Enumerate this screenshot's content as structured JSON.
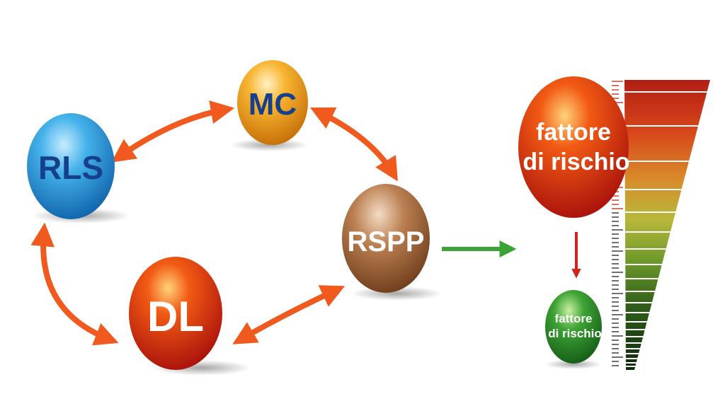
{
  "nodes": {
    "mc": {
      "label": "MC",
      "color": "#f2a51a"
    },
    "rls": {
      "label": "RLS",
      "color": "#2d9ad8"
    },
    "rspp": {
      "label": "RSPP",
      "color": "#a5693f"
    },
    "dl": {
      "label": "DL",
      "color": "#e2300f"
    }
  },
  "risk_funnel": {
    "big_sphere": {
      "line1": "fattore",
      "line2": "di rischio",
      "color": "#e2300f"
    },
    "small_sphere": {
      "line1": "fattore",
      "line2": "di rischio",
      "color": "#1f8a2e"
    },
    "gradient": [
      "#b21e14",
      "#d8461a",
      "#e9852a",
      "#c8c43a",
      "#7fa12a",
      "#2f6b1c",
      "#10300c"
    ]
  },
  "colors": {
    "cycle_arrow": "#f05a1e",
    "flow_arrow": "#3aa335",
    "down_arrow": "#d6201a"
  }
}
